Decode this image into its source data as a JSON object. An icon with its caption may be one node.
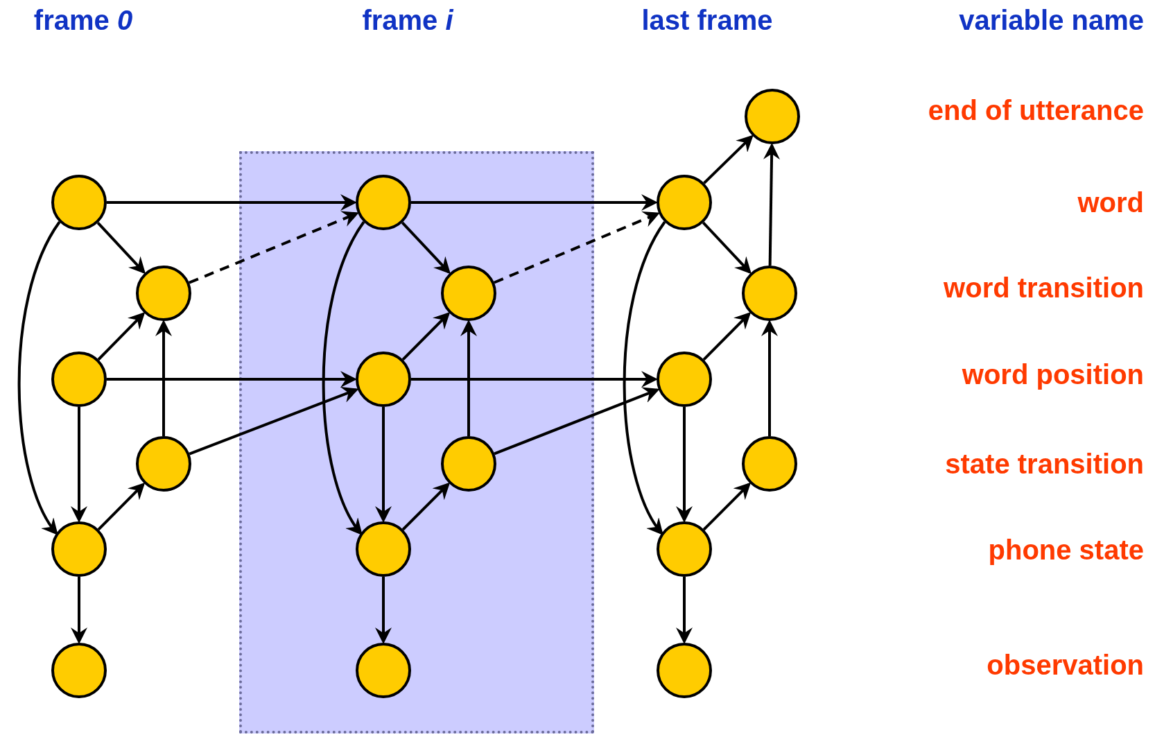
{
  "diagram": {
    "nodes": [
      {
        "text": [],
        "shape": "circle"
      },
      {
        "text": [],
        "shape": "circle"
      },
      {
        "text": [],
        "shape": "circle"
      },
      {
        "text": [],
        "shape": "circle"
      },
      {
        "text": [],
        "shape": "circle"
      },
      {
        "text": [],
        "shape": "circle"
      },
      {
        "text": [],
        "shape": "circle"
      },
      {
        "text": [],
        "shape": "circle"
      },
      {
        "text": [],
        "shape": "circle"
      },
      {
        "text": [],
        "shape": "circle"
      },
      {
        "text": [],
        "shape": "circle"
      },
      {
        "text": [],
        "shape": "circle"
      },
      {
        "text": [],
        "shape": "circle"
      },
      {
        "text": [],
        "shape": "circle"
      },
      {
        "text": [],
        "shape": "circle"
      },
      {
        "text": [],
        "shape": "circle"
      },
      {
        "text": [],
        "shape": "circle"
      },
      {
        "text": [],
        "shape": "circle"
      },
      {
        "text": [],
        "shape": "circle"
      }
    ],
    "edges": [
      {
        "from": 0,
        "to": 1,
        "arrow": "to"
      },
      {
        "from": 0,
        "to": 4,
        "arrow": "to"
      },
      {
        "from": 2,
        "to": 1,
        "arrow": "to"
      },
      {
        "from": 2,
        "to": 4,
        "arrow": "to"
      },
      {
        "from": 3,
        "to": 1,
        "arrow": "to"
      },
      {
        "from": 4,
        "to": 3,
        "arrow": "to"
      },
      {
        "from": 4,
        "to": 5,
        "arrow": "to"
      },
      {
        "from": 0,
        "to": 6,
        "arrow": "to"
      },
      {
        "from": 1,
        "to": 6,
        "arrow": "to",
        "style": "dashed"
      },
      {
        "from": 2,
        "to": 8,
        "arrow": "to"
      },
      {
        "from": 3,
        "to": 8,
        "arrow": "to"
      },
      {
        "from": 6,
        "to": 7,
        "arrow": "to"
      },
      {
        "from": 6,
        "to": 10,
        "arrow": "to"
      },
      {
        "from": 8,
        "to": 7,
        "arrow": "to"
      },
      {
        "from": 8,
        "to": 10,
        "arrow": "to"
      },
      {
        "from": 9,
        "to": 7,
        "arrow": "to"
      },
      {
        "from": 10,
        "to": 9,
        "arrow": "to"
      },
      {
        "from": 10,
        "to": 11,
        "arrow": "to"
      },
      {
        "from": 6,
        "to": 13,
        "arrow": "to"
      },
      {
        "from": 7,
        "to": 13,
        "arrow": "to",
        "style": "dashed"
      },
      {
        "from": 8,
        "to": 15,
        "arrow": "to"
      },
      {
        "from": 9,
        "to": 15,
        "arrow": "to"
      },
      {
        "from": 13,
        "to": 14,
        "arrow": "to"
      },
      {
        "from": 13,
        "to": 17,
        "arrow": "to"
      },
      {
        "from": 15,
        "to": 14,
        "arrow": "to"
      },
      {
        "from": 15,
        "to": 17,
        "arrow": "to"
      },
      {
        "from": 16,
        "to": 14,
        "arrow": "to"
      },
      {
        "from": 17,
        "to": 16,
        "arrow": "to"
      },
      {
        "from": 17,
        "to": 18,
        "arrow": "to"
      },
      {
        "from": 13,
        "to": 12,
        "arrow": "to"
      },
      {
        "from": 14,
        "to": 12,
        "arrow": "to"
      }
    ],
    "labels": [
      "frame  *0*",
      "frame  *i*",
      "last frame",
      "variable name",
      "end of utterance",
      "word",
      "word transition",
      "word position",
      "state transition",
      "phone state",
      "observation"
    ]
  }
}
